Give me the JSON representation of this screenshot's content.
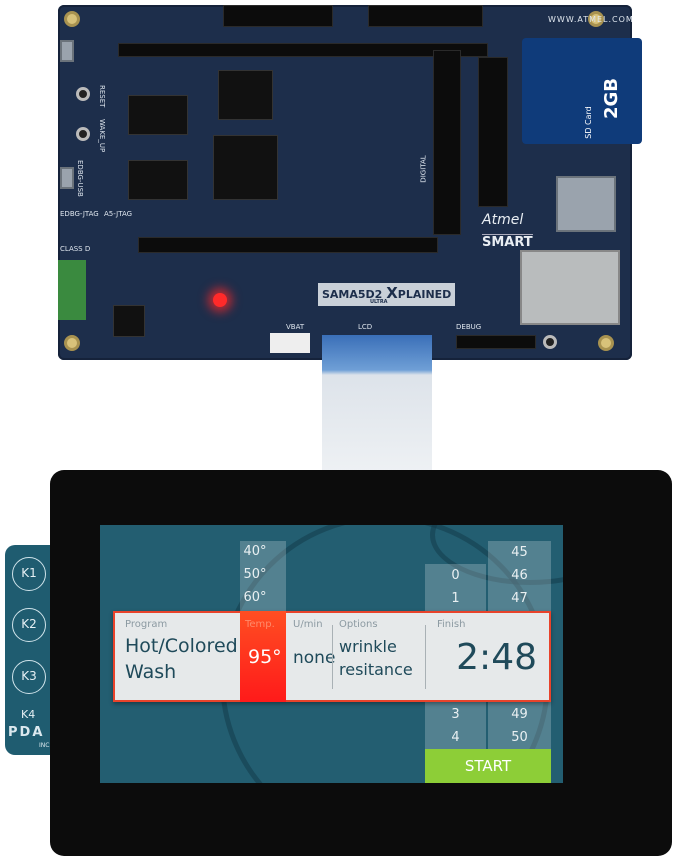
{
  "board": {
    "name": "SAMA5D2",
    "x_label": "X",
    "plained": "PLAINED",
    "ultra": "ULTRA",
    "brand": "Atmel",
    "brand_sub": "SMART",
    "url": "WWW.ATMEL.COM",
    "labels": [
      "RESET",
      "WAKE_UP",
      "EDBG-USB",
      "EDBG-JTAG",
      "A5-JTAG",
      "CLASS D",
      "DIGITAL",
      "DEBUG",
      "VBAT",
      "LCD"
    ]
  },
  "sd_card": {
    "capacity": "2GB",
    "label": "SD Card"
  },
  "keypad": {
    "keys": [
      "K1",
      "K2",
      "K3"
    ],
    "k4": "K4",
    "logo": "PDA",
    "logo_sub": "INC"
  },
  "app": {
    "temp_options_above": [
      "40°",
      "50°",
      "60°"
    ],
    "hours_above": [
      "0",
      "1"
    ],
    "hours_below": [
      "3",
      "4"
    ],
    "minutes_above": [
      "45",
      "46",
      "47"
    ],
    "minutes_below": [
      "49",
      "50"
    ],
    "program": {
      "label": "Program",
      "value_line1": "Hot/Colored",
      "value_line2": "Wash"
    },
    "temp": {
      "label": "Temp.",
      "value": "95°"
    },
    "speed": {
      "label": "U/min",
      "value": "none"
    },
    "options": {
      "label": "Options",
      "value_line1": "wrinkle",
      "value_line2": "resitance"
    },
    "finish": {
      "label": "Finish",
      "value": "2:48"
    },
    "start_label": "START",
    "colors": {
      "background": "#235e71",
      "temp": "#ff2a1e",
      "start": "#8dce37",
      "border": "#e8432b"
    }
  }
}
